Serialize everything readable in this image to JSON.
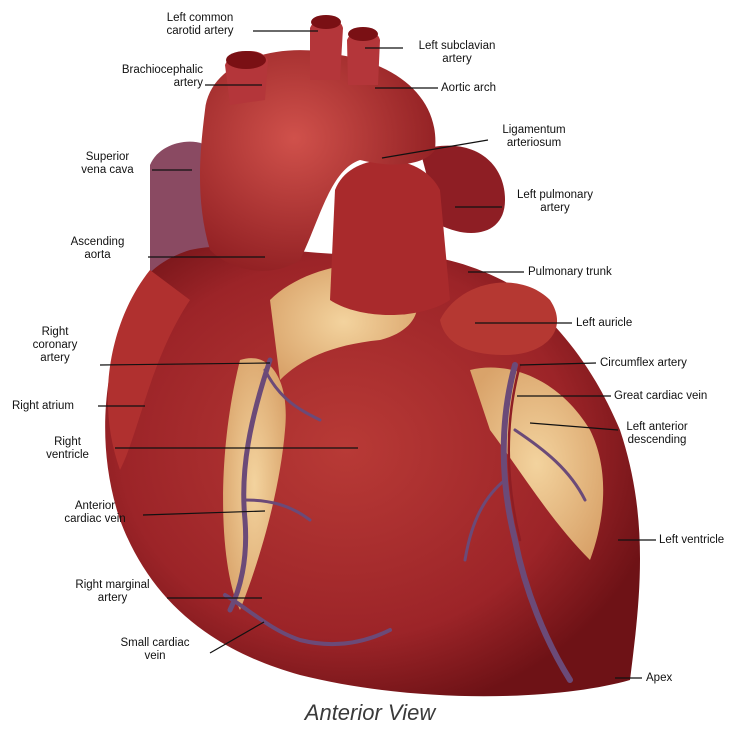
{
  "caption": "Anterior View",
  "labels": {
    "left_common_carotid": "Left common\ncarotid artery",
    "left_subclavian": "Left subclavian\nartery",
    "brachiocephalic": "Brachiocephalic\nartery",
    "aortic_arch": "Aortic arch",
    "ligamentum": "Ligamentum\narteriosum",
    "superior_vena_cava": "Superior\nvena cava",
    "left_pulmonary": "Left pulmonary\nartery",
    "ascending_aorta": "Ascending\naorta",
    "pulmonary_trunk": "Pulmonary trunk",
    "left_auricle": "Left auricle",
    "right_coronary": "Right\ncoronary\nartery",
    "circumflex": "Circumflex artery",
    "great_cardiac_vein": "Great cardiac vein",
    "right_atrium": "Right atrium",
    "right_ventricle": "Right\nventricle",
    "left_anterior_descending": "Left anterior\ndescending",
    "anterior_cardiac_vein": "Anterior\ncardiac vein",
    "left_ventricle": "Left ventricle",
    "right_marginal": "Right marginal\nartery",
    "small_cardiac_vein": "Small cardiac\nvein",
    "apex": "Apex"
  },
  "colors": {
    "muscle": "#a8272b",
    "muscle_dark": "#7d1518",
    "muscle_light": "#c94a45",
    "fat": "#e8c08a",
    "vein": "#6b4a78",
    "leader": "#111111"
  }
}
